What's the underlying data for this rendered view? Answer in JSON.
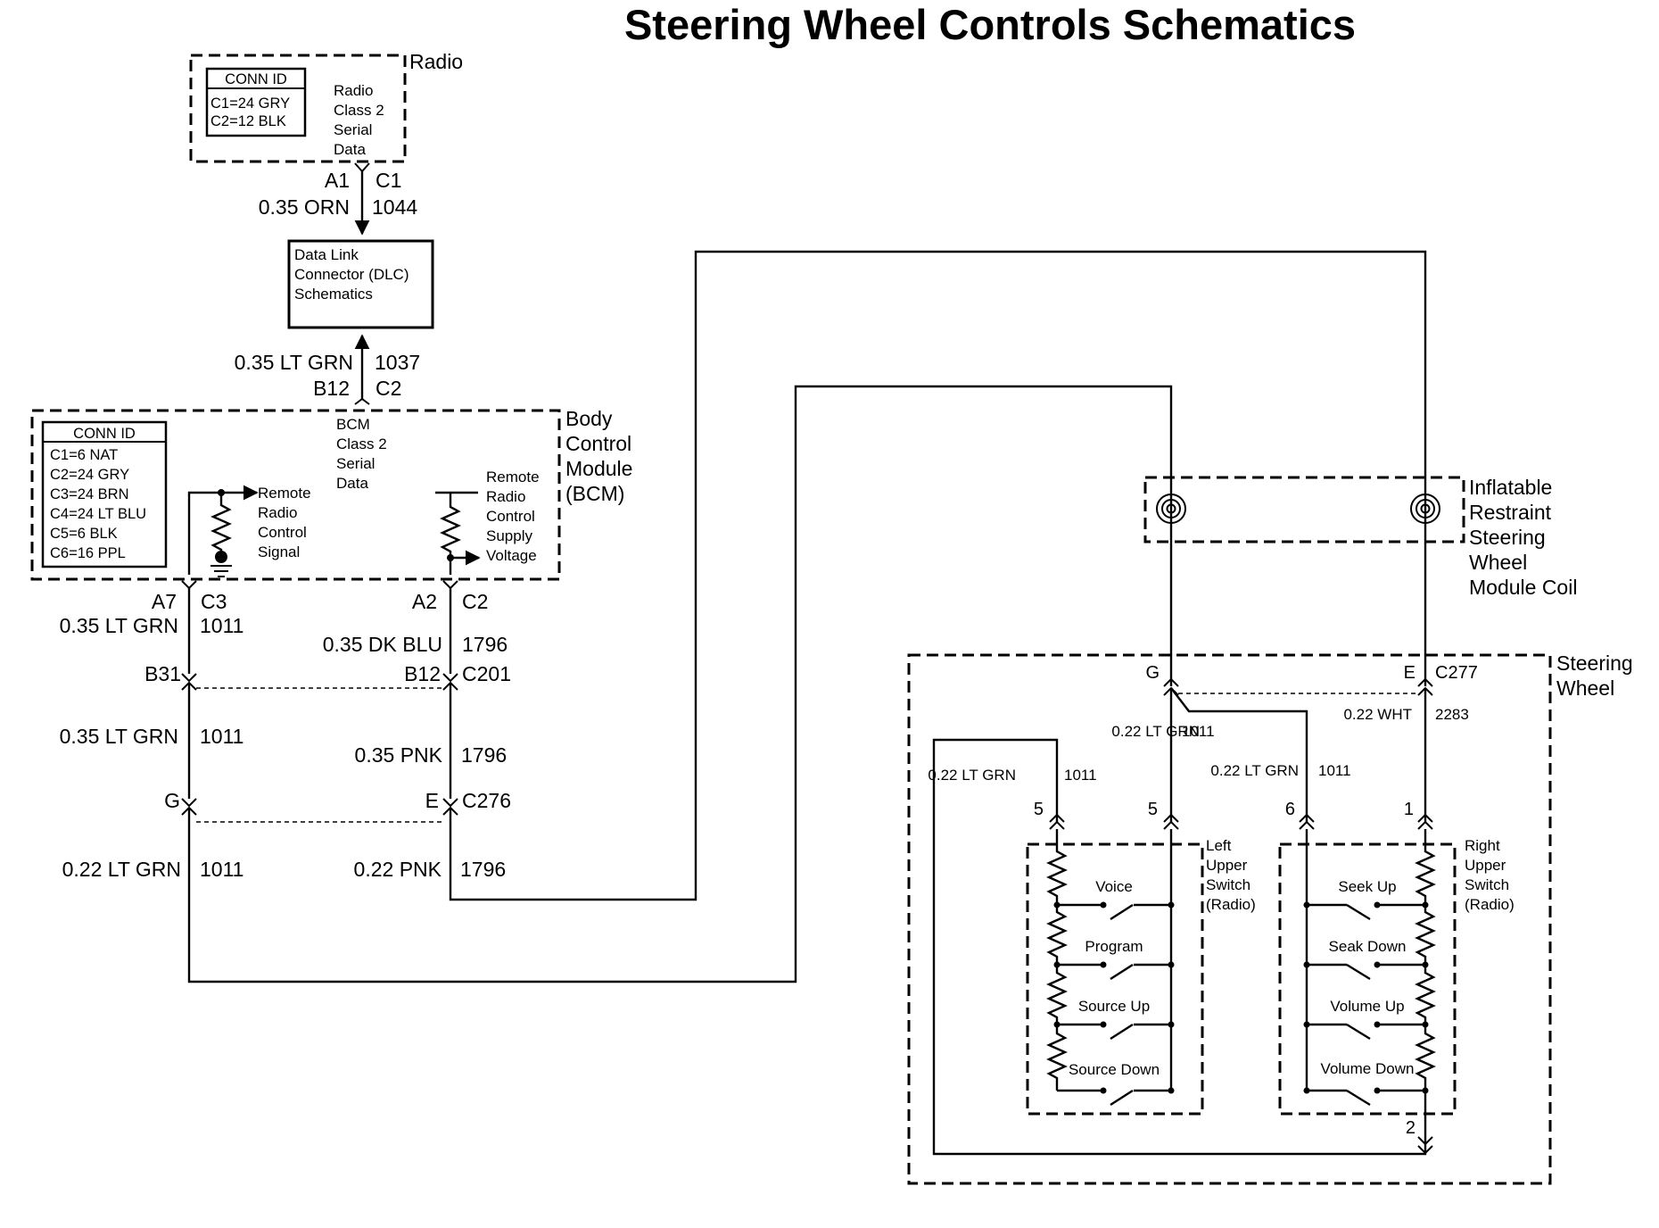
{
  "title": "Steering Wheel Controls Schematics",
  "radio": {
    "name": "Radio",
    "conn_id_header": "CONN ID",
    "conn_ids": [
      "C1=24 GRY",
      "C2=12 BLK"
    ],
    "data_label": [
      "Radio",
      "Class 2",
      "Serial",
      "Data"
    ],
    "pin": "A1",
    "connector": "C1",
    "wire": "0.35 ORN",
    "circuit": "1044"
  },
  "dlc": {
    "label": [
      "Data Link",
      "Connector (DLC)",
      "Schematics"
    ]
  },
  "bcm": {
    "name": [
      "Body",
      "Control",
      "Module",
      "(BCM)"
    ],
    "conn_id_header": "CONN ID",
    "conn_ids": [
      "C1=6 NAT",
      "C2=24 GRY",
      "C3=24 BRN",
      "C4=24 LT BLU",
      "C5=6 BLK",
      "C6=16 PPL"
    ],
    "data_label": [
      "BCM",
      "Class 2",
      "Serial",
      "Data"
    ],
    "data_pin": "B12",
    "data_connector": "C2",
    "data_wire": "0.35 LT GRN",
    "data_circuit": "1037",
    "signal_label": [
      "Remote",
      "Radio",
      "Control",
      "Signal"
    ],
    "supply_label": [
      "Remote",
      "Radio",
      "Control",
      "Supply",
      "Voltage"
    ],
    "signal_pin": "A7",
    "signal_connector": "C3",
    "supply_pin": "A2",
    "supply_connector": "C2"
  },
  "signal_wire": {
    "seg1": "0.35 LT GRN",
    "circuit1": "1011",
    "c201_pin": "B31",
    "seg2": "0.35 LT GRN",
    "circuit2": "1011",
    "c276_pin": "G",
    "seg3": "0.22 LT GRN",
    "circuit3": "1011"
  },
  "supply_wire": {
    "seg1": "0.35 DK BLU",
    "circuit1": "1796",
    "c201_pin": "B12",
    "c201": "C201",
    "seg2": "0.35 PNK",
    "circuit2": "1796",
    "c276_pin": "E",
    "c276": "C276",
    "seg3": "0.22 PNK",
    "circuit3": "1796"
  },
  "coil": {
    "name": [
      "Inflatable",
      "Restraint",
      "Steering",
      "Wheel",
      "Module Coil"
    ]
  },
  "steering_wheel": {
    "name": [
      "Steering",
      "Wheel"
    ],
    "pin_g": "G",
    "pin_e": "E",
    "connector": "C277",
    "wht_wire": "0.22 WHT",
    "wht_circuit": "2283",
    "grn_wire_top": "0.22 LT GRN",
    "grn_circuit_top": "1011",
    "grn_wire_left": "0.22 LT GRN",
    "grn_circuit_left": "1011",
    "grn_wire_mid": "0.22 LT GRN",
    "grn_circuit_mid": "1011",
    "pin_left_a": "5",
    "pin_left_b": "5",
    "pin_right_a": "6",
    "pin_right_b": "1",
    "pin_bottom": "2"
  },
  "left_switch": {
    "name": [
      "Left",
      "Upper",
      "Switch",
      "(Radio)"
    ],
    "buttons": [
      "Voice",
      "Program",
      "Source Up",
      "Source Down"
    ]
  },
  "right_switch": {
    "name": [
      "Right",
      "Upper",
      "Switch",
      "(Radio)"
    ],
    "buttons": [
      "Seek Up",
      "Seak Down",
      "Volume Up",
      "Volume Down"
    ]
  }
}
